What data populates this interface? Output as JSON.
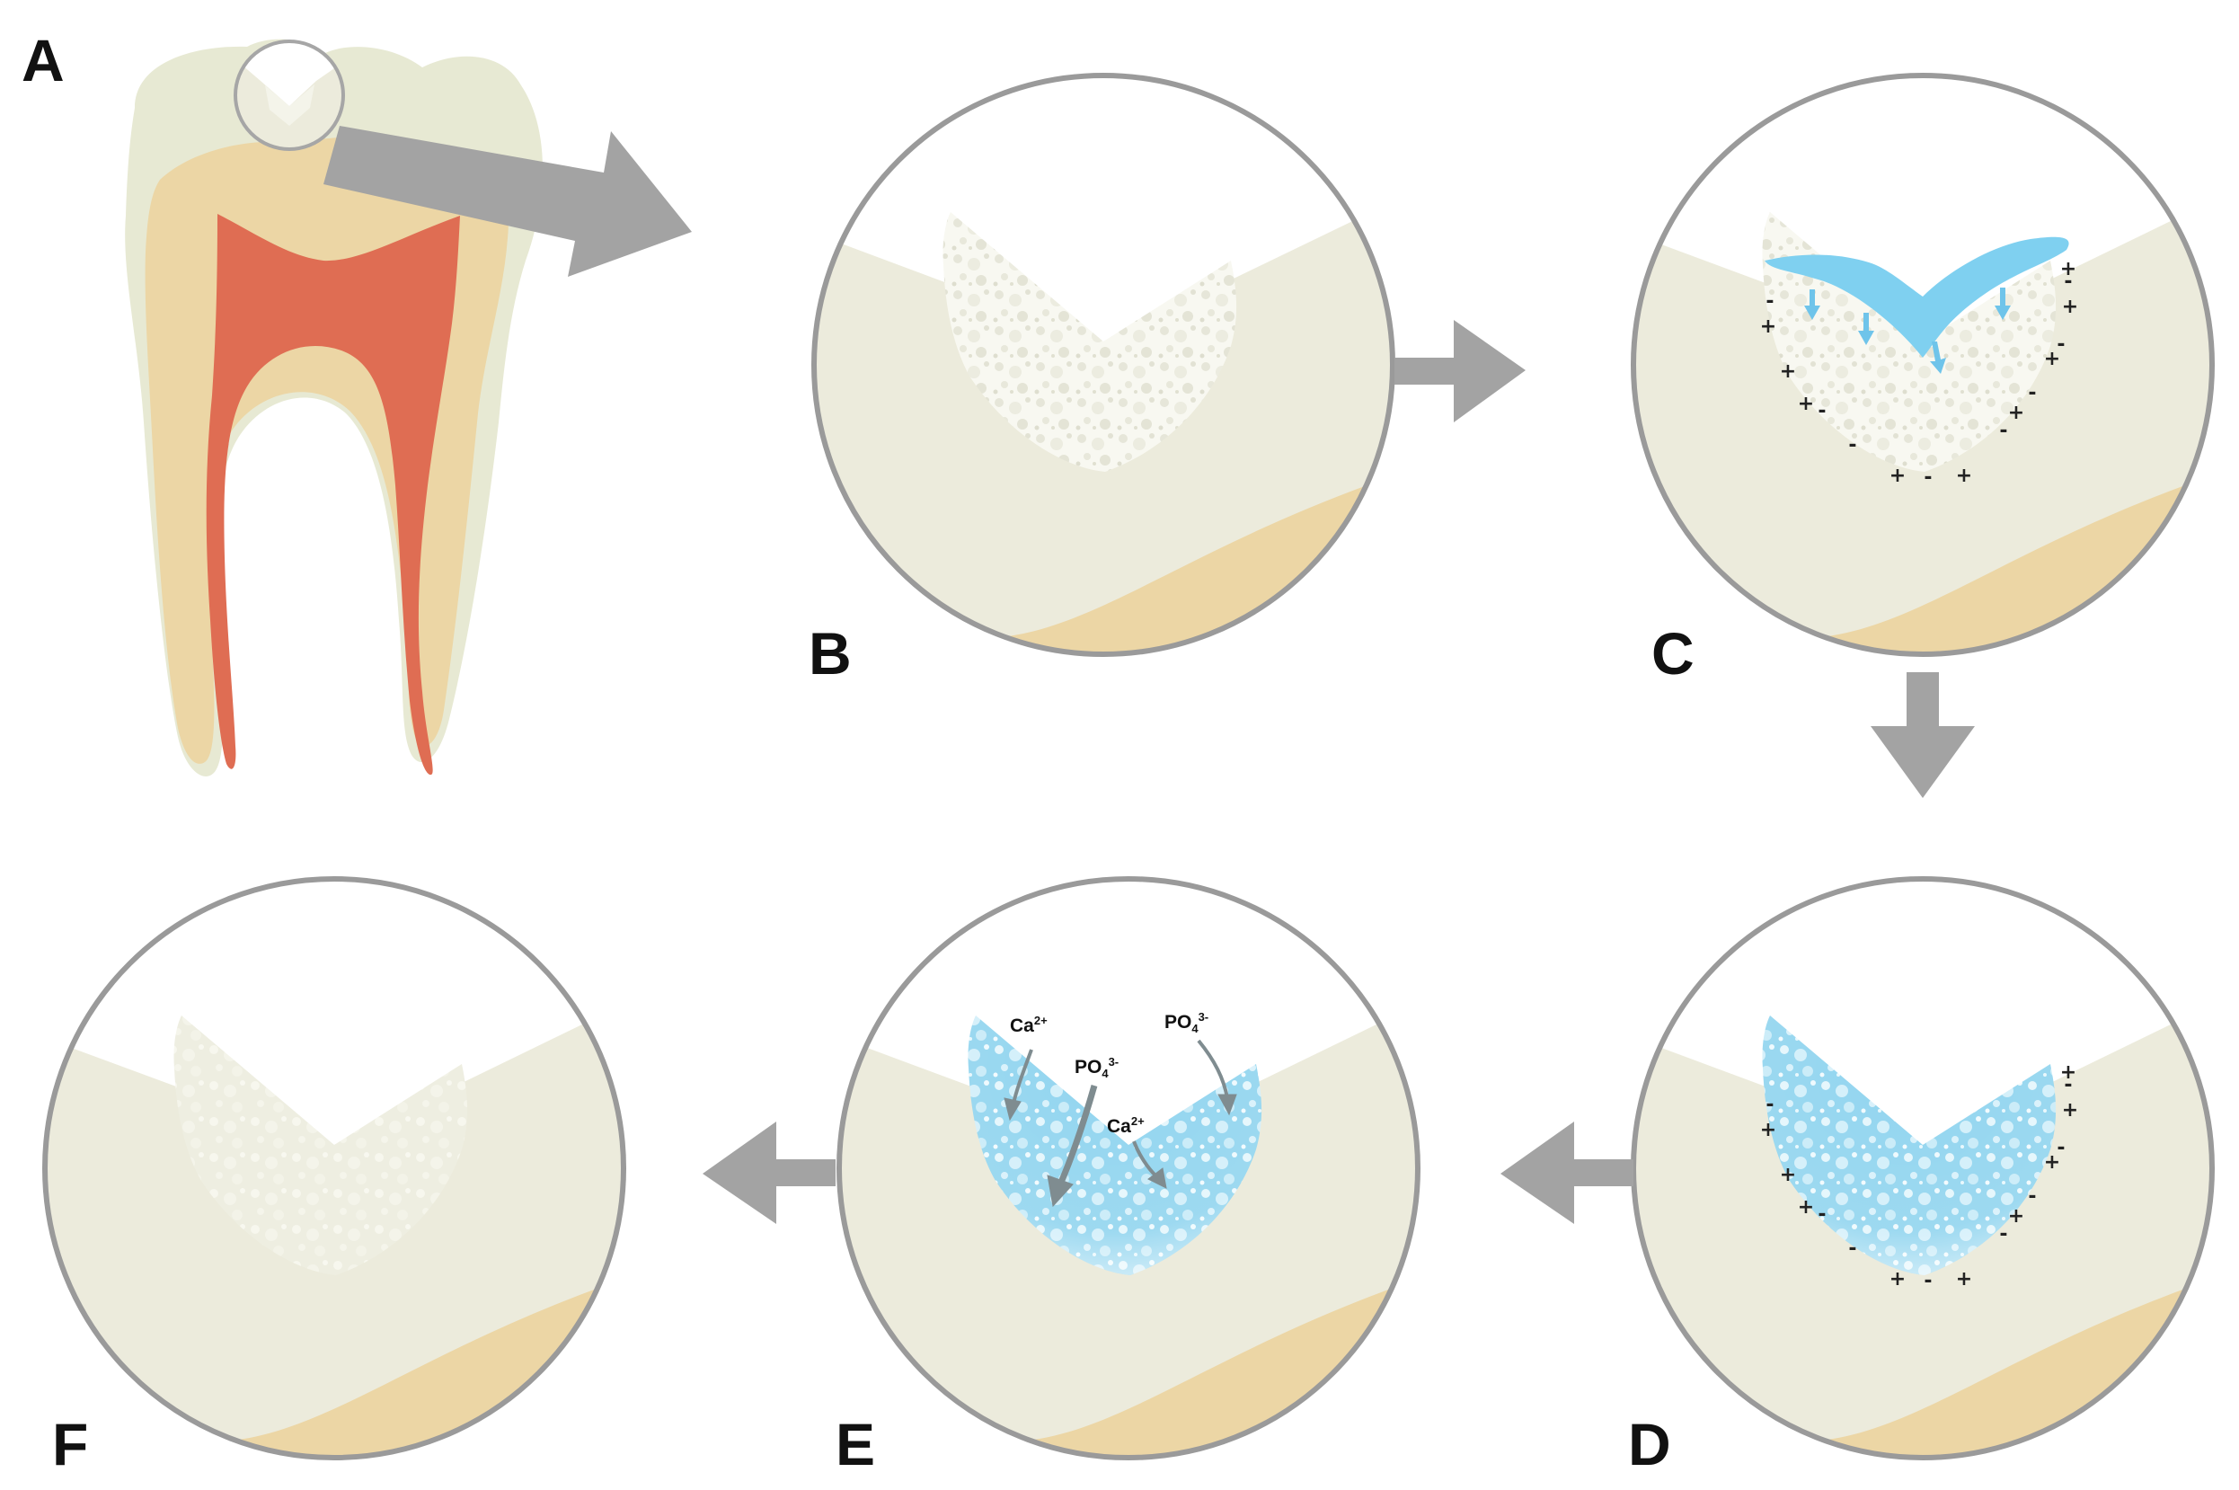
{
  "colors": {
    "enamel": "#ecebdc",
    "enamel_outline": "#e4e6d2",
    "dentin": "#ecd6a5",
    "pulp": "#df6d53",
    "lesion": "#fbfbf6",
    "fluid": "#7fd0f0",
    "ring": "#9a9a9a",
    "arrow": "#a3a3a3"
  },
  "panels": {
    "a": {
      "label": "A"
    },
    "b": {
      "label": "B"
    },
    "c": {
      "label": "C"
    },
    "d": {
      "label": "D"
    },
    "e": {
      "label": "E"
    },
    "f": {
      "label": "F"
    }
  },
  "charges": {
    "plus": "+",
    "minus": "-"
  },
  "ions": {
    "ca_1": {
      "base": "Ca",
      "sup": "2+"
    },
    "po4_1": {
      "base": "PO",
      "sub": "4",
      "sup": "3-"
    },
    "po4_2": {
      "base": "PO",
      "sub": "4",
      "sup": "3-"
    },
    "ca_2": {
      "base": "Ca",
      "sup": "2+"
    }
  },
  "icons": {
    "process_arrow": "block-arrow-icon",
    "ion_arrow": "thin-arrow-icon"
  }
}
